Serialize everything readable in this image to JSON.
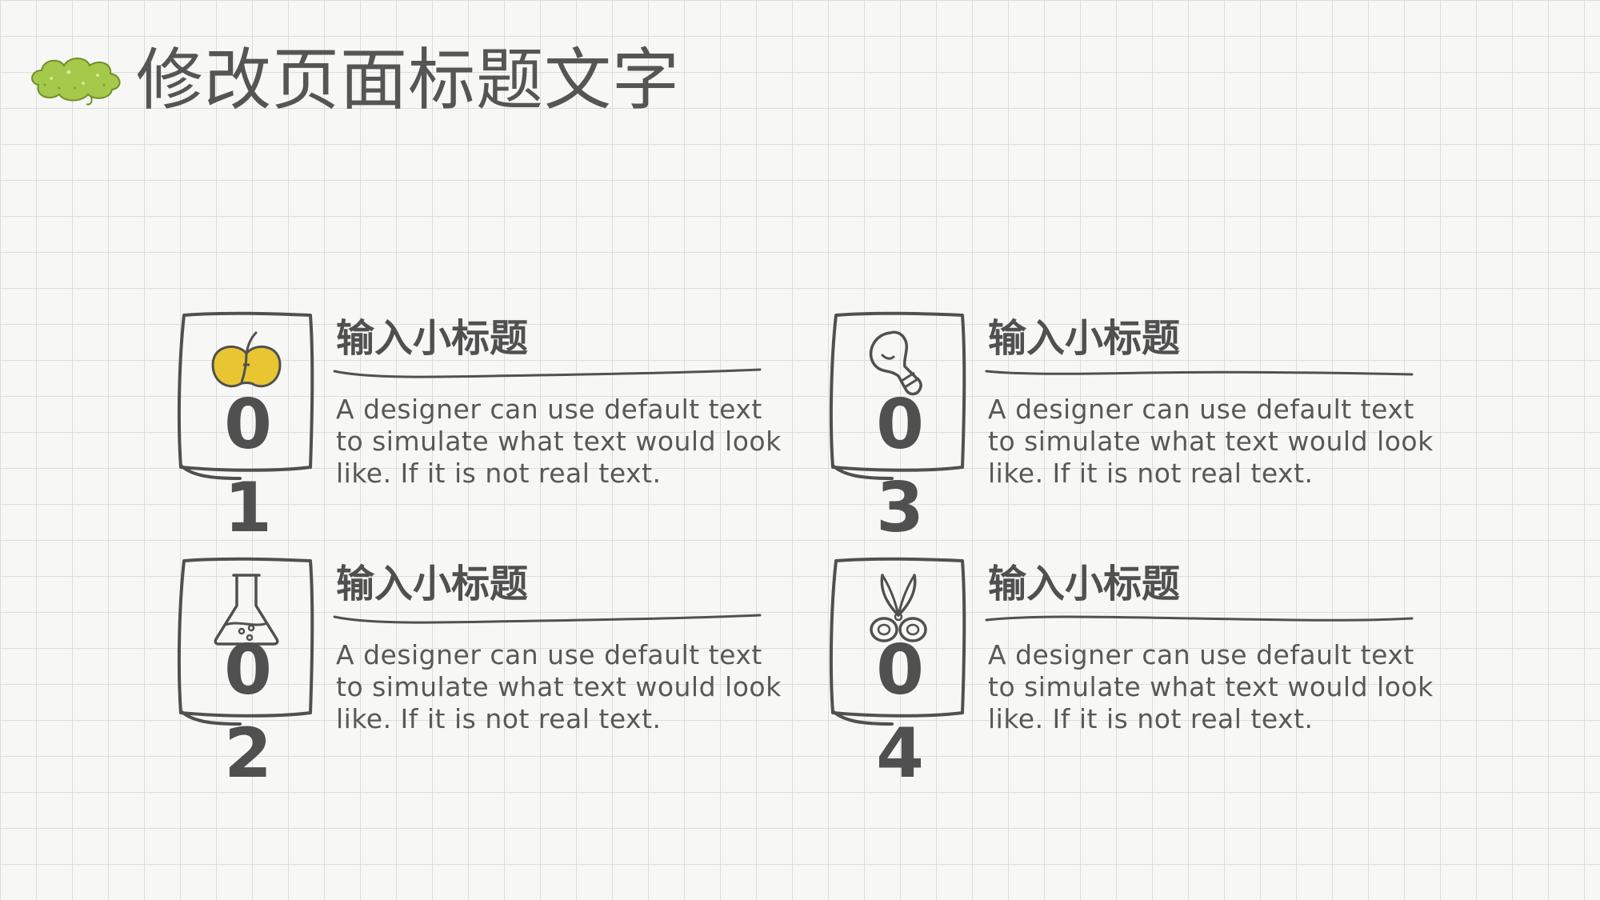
{
  "header": {
    "title": "修改页面标题文字",
    "logo_icon": "green-cloud-icon",
    "logo_color": "#a5c94a"
  },
  "colors": {
    "ink": "#505050",
    "accent_yellow": "#e8c531",
    "grid": "#dcdcdc"
  },
  "items": [
    {
      "digit_a": "0",
      "digit_b": "1",
      "title": "输入小标题",
      "text": "A designer can use default text to simulate what text would look like. If it is not real text.",
      "icon": "apple-icon"
    },
    {
      "digit_a": "0",
      "digit_b": "2",
      "title": "输入小标题",
      "text": "A designer can use default text to simulate what text would look like. If it is not real text.",
      "icon": "flask-icon"
    },
    {
      "digit_a": "0",
      "digit_b": "3",
      "title": "输入小标题",
      "text": "A designer can use default text to simulate what text would look like. If it is not real text.",
      "icon": "lightbulb-icon"
    },
    {
      "digit_a": "0",
      "digit_b": "4",
      "title": "输入小标题",
      "text": "A designer can use default text to simulate what text would look like. If it is not real text.",
      "icon": "scissors-icon"
    }
  ]
}
